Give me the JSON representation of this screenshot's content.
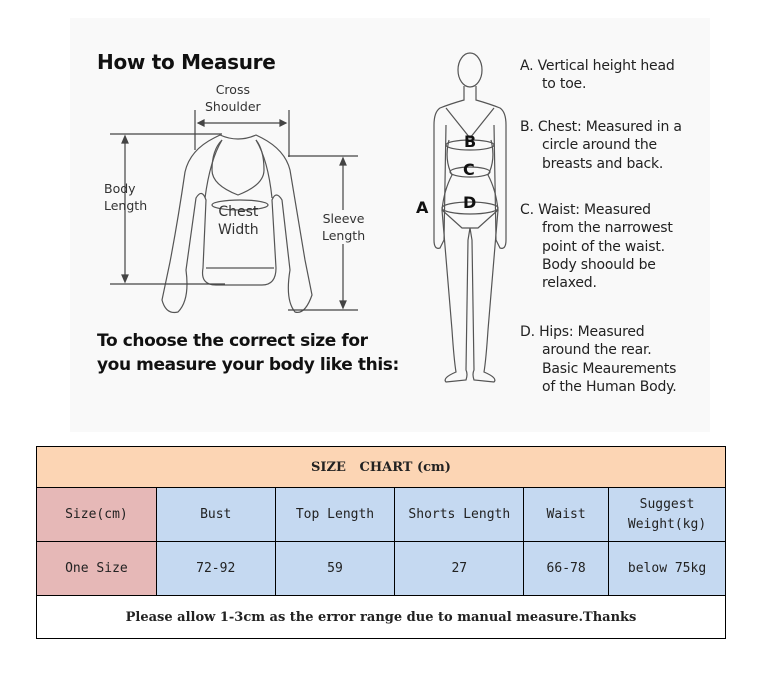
{
  "guide": {
    "title": "How to Measure",
    "garment_labels": {
      "cross_shoulder": [
        "Cross",
        "Shoulder"
      ],
      "body_length": [
        "Body",
        "Length"
      ],
      "chest_width": [
        "Chest",
        "Width"
      ],
      "sleeve_length": [
        "Sleeve",
        "Length"
      ]
    },
    "subtitle_lines": [
      "To choose the correct size for",
      "you measure your body like this:"
    ],
    "figure_letters": [
      "A",
      "B",
      "C",
      "D"
    ],
    "descriptions": [
      {
        "first": "A. Vertical height head",
        "rest": [
          "to toe."
        ]
      },
      {
        "first": "B. Chest: Measured in a",
        "rest": [
          "circle around the",
          "breasts and back."
        ]
      },
      {
        "first": "C. Waist: Measured",
        "rest": [
          "from the narrowest",
          "point of the waist.",
          "Body shoould be",
          "relaxed."
        ]
      },
      {
        "first": "D. Hips: Measured",
        "rest": [
          "around the rear.",
          "Basic Meaurements",
          "of the Human Body."
        ]
      }
    ]
  },
  "size_chart": {
    "title": "SIZE   CHART (cm)",
    "columns": [
      "Size(cm)",
      "Bust",
      "Top Length",
      "Shorts Length",
      "Waist",
      "Suggest Weight(kg)"
    ],
    "weight_header_lines": [
      "Suggest",
      "Weight(kg)"
    ],
    "rows": [
      [
        "One Size",
        "72-92",
        "59",
        "27",
        "66-78",
        "below 75kg"
      ]
    ],
    "note": "Please allow 1-3cm as the error range due to manual measure.Thanks",
    "colors": {
      "header_bg": "#fcd5b4",
      "label_col_bg": "#e6b8b7",
      "data_bg": "#c5d9f1",
      "note_text": "#c00000"
    }
  }
}
